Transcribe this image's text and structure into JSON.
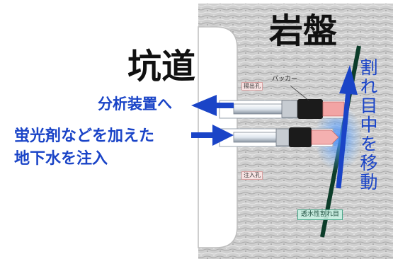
{
  "labels": {
    "rock": "岩盤",
    "tunnel": "坑道",
    "to_analyzer": "分析装置へ",
    "inject_line1": "蛍光剤などを加えた",
    "inject_line2": "地下水を注入",
    "moves_in_crack": "割れ目中を移動",
    "packer": "パッカー",
    "exhaust_hole": "揚出孔",
    "injection_hole": "注入孔",
    "permeable_crack": "透水性割れ目"
  },
  "colors": {
    "arrow_blue": "#1a44c7",
    "crack_green": "#0d3d2a",
    "rock_gray": "#c9c9c9",
    "packer_red": "#e86a6a",
    "glow_blue": "#6fb3ff"
  }
}
